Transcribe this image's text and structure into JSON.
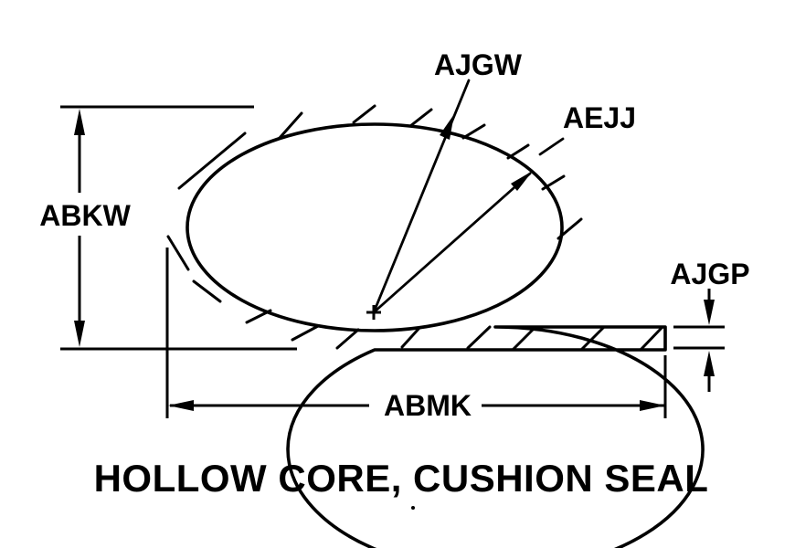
{
  "title": "HOLLOW CORE, CUSHION SEAL",
  "dimension_labels": {
    "abkw": "ABKW",
    "ajgw": "AJGW",
    "aejj": "AEJJ",
    "ajgp": "AJGP",
    "abmk": "ABMK"
  },
  "colors": {
    "line": "#000000",
    "background": "#ffffff"
  }
}
